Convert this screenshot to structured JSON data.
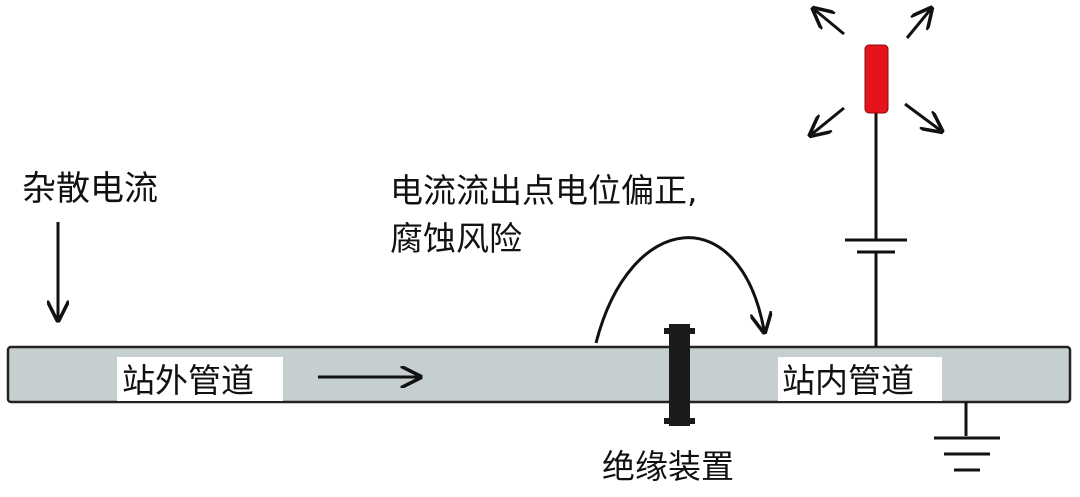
{
  "labels": {
    "stray_current": "杂散电流",
    "outflow_note_line1": "电流流出点电位偏正,",
    "outflow_note_line2": "腐蚀风险",
    "outer_pipe": "站外管道",
    "inner_pipe": "站内管道",
    "insulation_device": "绝缘装置"
  },
  "colors": {
    "pipe_fill": "#c5cfd0",
    "pipe_stroke": "#222222",
    "insulator": "#1a1a1a",
    "anode": "#e5141b",
    "line": "#111111"
  },
  "icons": {
    "anode": "red-anode-rod-icon",
    "battery": "dc-power-source-icon",
    "ground": "ground-symbol-icon"
  }
}
